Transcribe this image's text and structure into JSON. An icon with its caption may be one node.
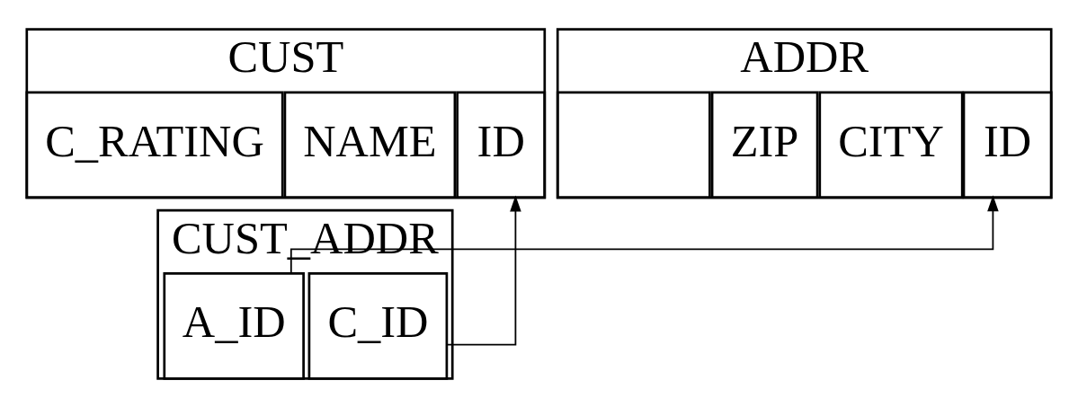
{
  "diagram": {
    "nodes": [
      {
        "text": [
          "CUST"
        ]
      },
      {
        "text": [
          "ID"
        ],
        "in": 0
      },
      {
        "text": [
          "NAME"
        ],
        "in": 0
      },
      {
        "text": [
          "C_RATING"
        ],
        "in": 0
      },
      {
        "text": [
          "ADDR"
        ]
      },
      {
        "text": [
          "ID"
        ],
        "in": 4
      },
      {
        "text": [
          "CITY"
        ],
        "in": 4
      },
      {
        "text": [
          "ZIP"
        ],
        "in": 4
      },
      {
        "text": [],
        "shape": "box",
        "in": 4
      },
      {
        "text": [
          "CUST_ADDR"
        ]
      },
      {
        "text": [
          "C_ID"
        ],
        "in": 9
      },
      {
        "text": [
          "A_ID"
        ],
        "in": 9
      }
    ],
    "edges": [
      {
        "from": 10,
        "to": 1,
        "arrow": "to"
      },
      {
        "from": 11,
        "to": 5,
        "arrow": "to"
      }
    ]
  }
}
